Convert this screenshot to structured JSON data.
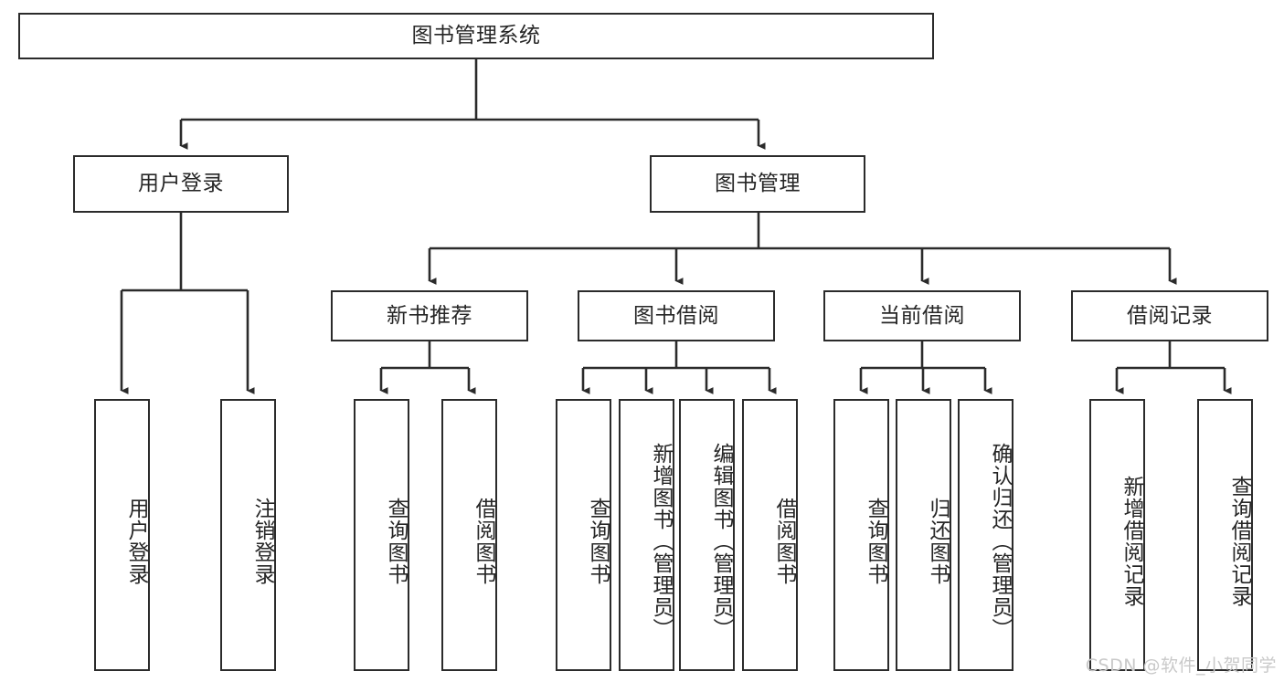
{
  "diagram": {
    "title": "图书管理系统",
    "type": "tree-hierarchy-diagram",
    "colors": {
      "box_border": "#2b2b2b",
      "box_fill": "#ffffff",
      "text": "#262626",
      "connector": "#2b2b2b",
      "background": "#ffffff",
      "watermark": "#c9c9c9"
    },
    "nodes": {
      "root": "图书管理系统",
      "level2": {
        "user_login": "用户登录",
        "book_manage": "图书管理"
      },
      "level3": {
        "new_book_recommend": "新书推荐",
        "book_borrow": "图书借阅",
        "current_borrow": "当前借阅",
        "borrow_record": "借阅记录"
      },
      "leaves": {
        "user_login": [
          "用户登录",
          "注销登录"
        ],
        "new_book_recommend": [
          "查询图书",
          "借阅图书"
        ],
        "book_borrow": [
          "查询图书",
          "新增图书（管理员）",
          "编辑图书（管理员）",
          "借阅图书"
        ],
        "current_borrow": [
          "查询图书",
          "归还图书",
          "确认归还（管理员）"
        ],
        "borrow_record": [
          "新增借阅记录",
          "查询借阅记录"
        ]
      }
    }
  },
  "watermark": {
    "text": "CSDN @软件_小贺同学"
  }
}
